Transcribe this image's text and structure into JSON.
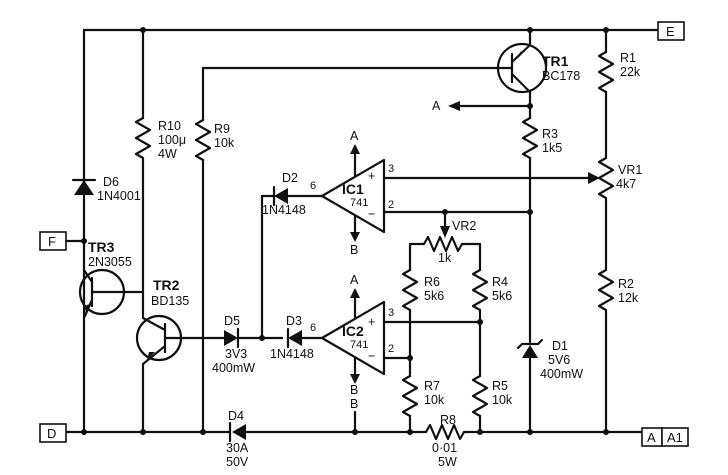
{
  "terminals": {
    "E": "E",
    "F": "F",
    "D": "D",
    "A": "A",
    "A1": "A1"
  },
  "transistors": {
    "tr1": {
      "ref": "TR1",
      "type": "BC178"
    },
    "tr2": {
      "ref": "TR2",
      "type": "BD135"
    },
    "tr3": {
      "ref": "TR3",
      "type": "2N3055"
    }
  },
  "resistors": {
    "r1": {
      "ref": "R1",
      "value": "22k"
    },
    "r2": {
      "ref": "R2",
      "value": "12k"
    },
    "r3": {
      "ref": "R3",
      "value": "1k5"
    },
    "r4": {
      "ref": "R4",
      "value": "5k6"
    },
    "r5": {
      "ref": "R5",
      "value": "10k"
    },
    "r6": {
      "ref": "R6",
      "value": "5k6"
    },
    "r7": {
      "ref": "R7",
      "value": "10k"
    },
    "r8": {
      "ref": "R8",
      "value": "0·01",
      "rating": "5W"
    },
    "r9": {
      "ref": "R9",
      "value": "10k"
    },
    "r10": {
      "ref": "R10",
      "value": "100μ",
      "rating": "4W"
    }
  },
  "pots": {
    "vr1": {
      "ref": "VR1",
      "value": "4k7"
    },
    "vr2": {
      "ref": "VR2",
      "value": "1k"
    }
  },
  "diodes": {
    "d1": {
      "ref": "D1",
      "value": "5V6",
      "rating": "400mW"
    },
    "d2": {
      "ref": "D2",
      "type": "1N4148"
    },
    "d3": {
      "ref": "D3",
      "type": "1N4148"
    },
    "d4": {
      "ref": "D4",
      "value": "30A",
      "rating": "50V"
    },
    "d5": {
      "ref": "D5",
      "value": "3V3",
      "rating": "400mW"
    },
    "d6": {
      "ref": "D6",
      "type": "1N4001"
    }
  },
  "ics": {
    "ic1": {
      "ref": "IC1",
      "type": "741",
      "pin_plus": "3",
      "pin_minus": "2",
      "pin_out": "6"
    },
    "ic2": {
      "ref": "IC2",
      "type": "741",
      "pin_plus": "3",
      "pin_minus": "2",
      "pin_out": "6"
    }
  },
  "supply_labels": {
    "a": "A",
    "b": "B",
    "plus": "+",
    "minus": "−"
  }
}
